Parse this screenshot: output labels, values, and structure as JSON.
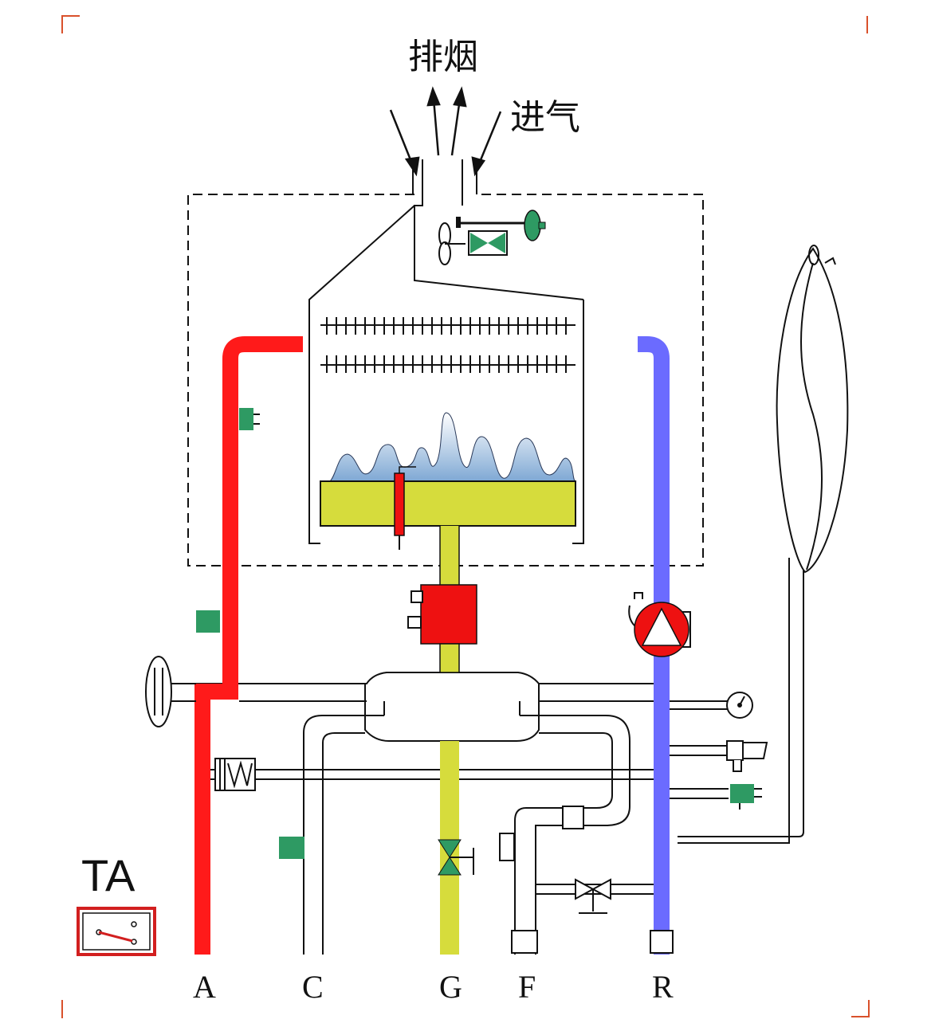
{
  "labels": {
    "exhaust": "排烟",
    "intake": "进气",
    "ta": "TA",
    "ports": [
      "A",
      "C",
      "G",
      "F",
      "R"
    ]
  },
  "colors": {
    "hot": "#ff1a1a",
    "cold": "#6b6bff",
    "gas": "#d6dc3c",
    "green": "#2e9a63",
    "valve_red": "#ee1111",
    "frame": "#d21f1f",
    "flame": "#8fb2d8",
    "corner": "#d9512b"
  },
  "icons": [
    "fan-icon",
    "air-pressure-switch-icon",
    "overheat-sensor-icon",
    "flame-electrode-icon",
    "gas-valve-icon",
    "pump-icon",
    "temperature-sensor-icon",
    "manual-valve-icon",
    "pressure-gauge-icon",
    "safety-valve-icon",
    "flow-switch-icon",
    "expansion-vessel-icon",
    "gas-cock-icon",
    "fill-valve-icon",
    "room-thermostat-icon"
  ]
}
